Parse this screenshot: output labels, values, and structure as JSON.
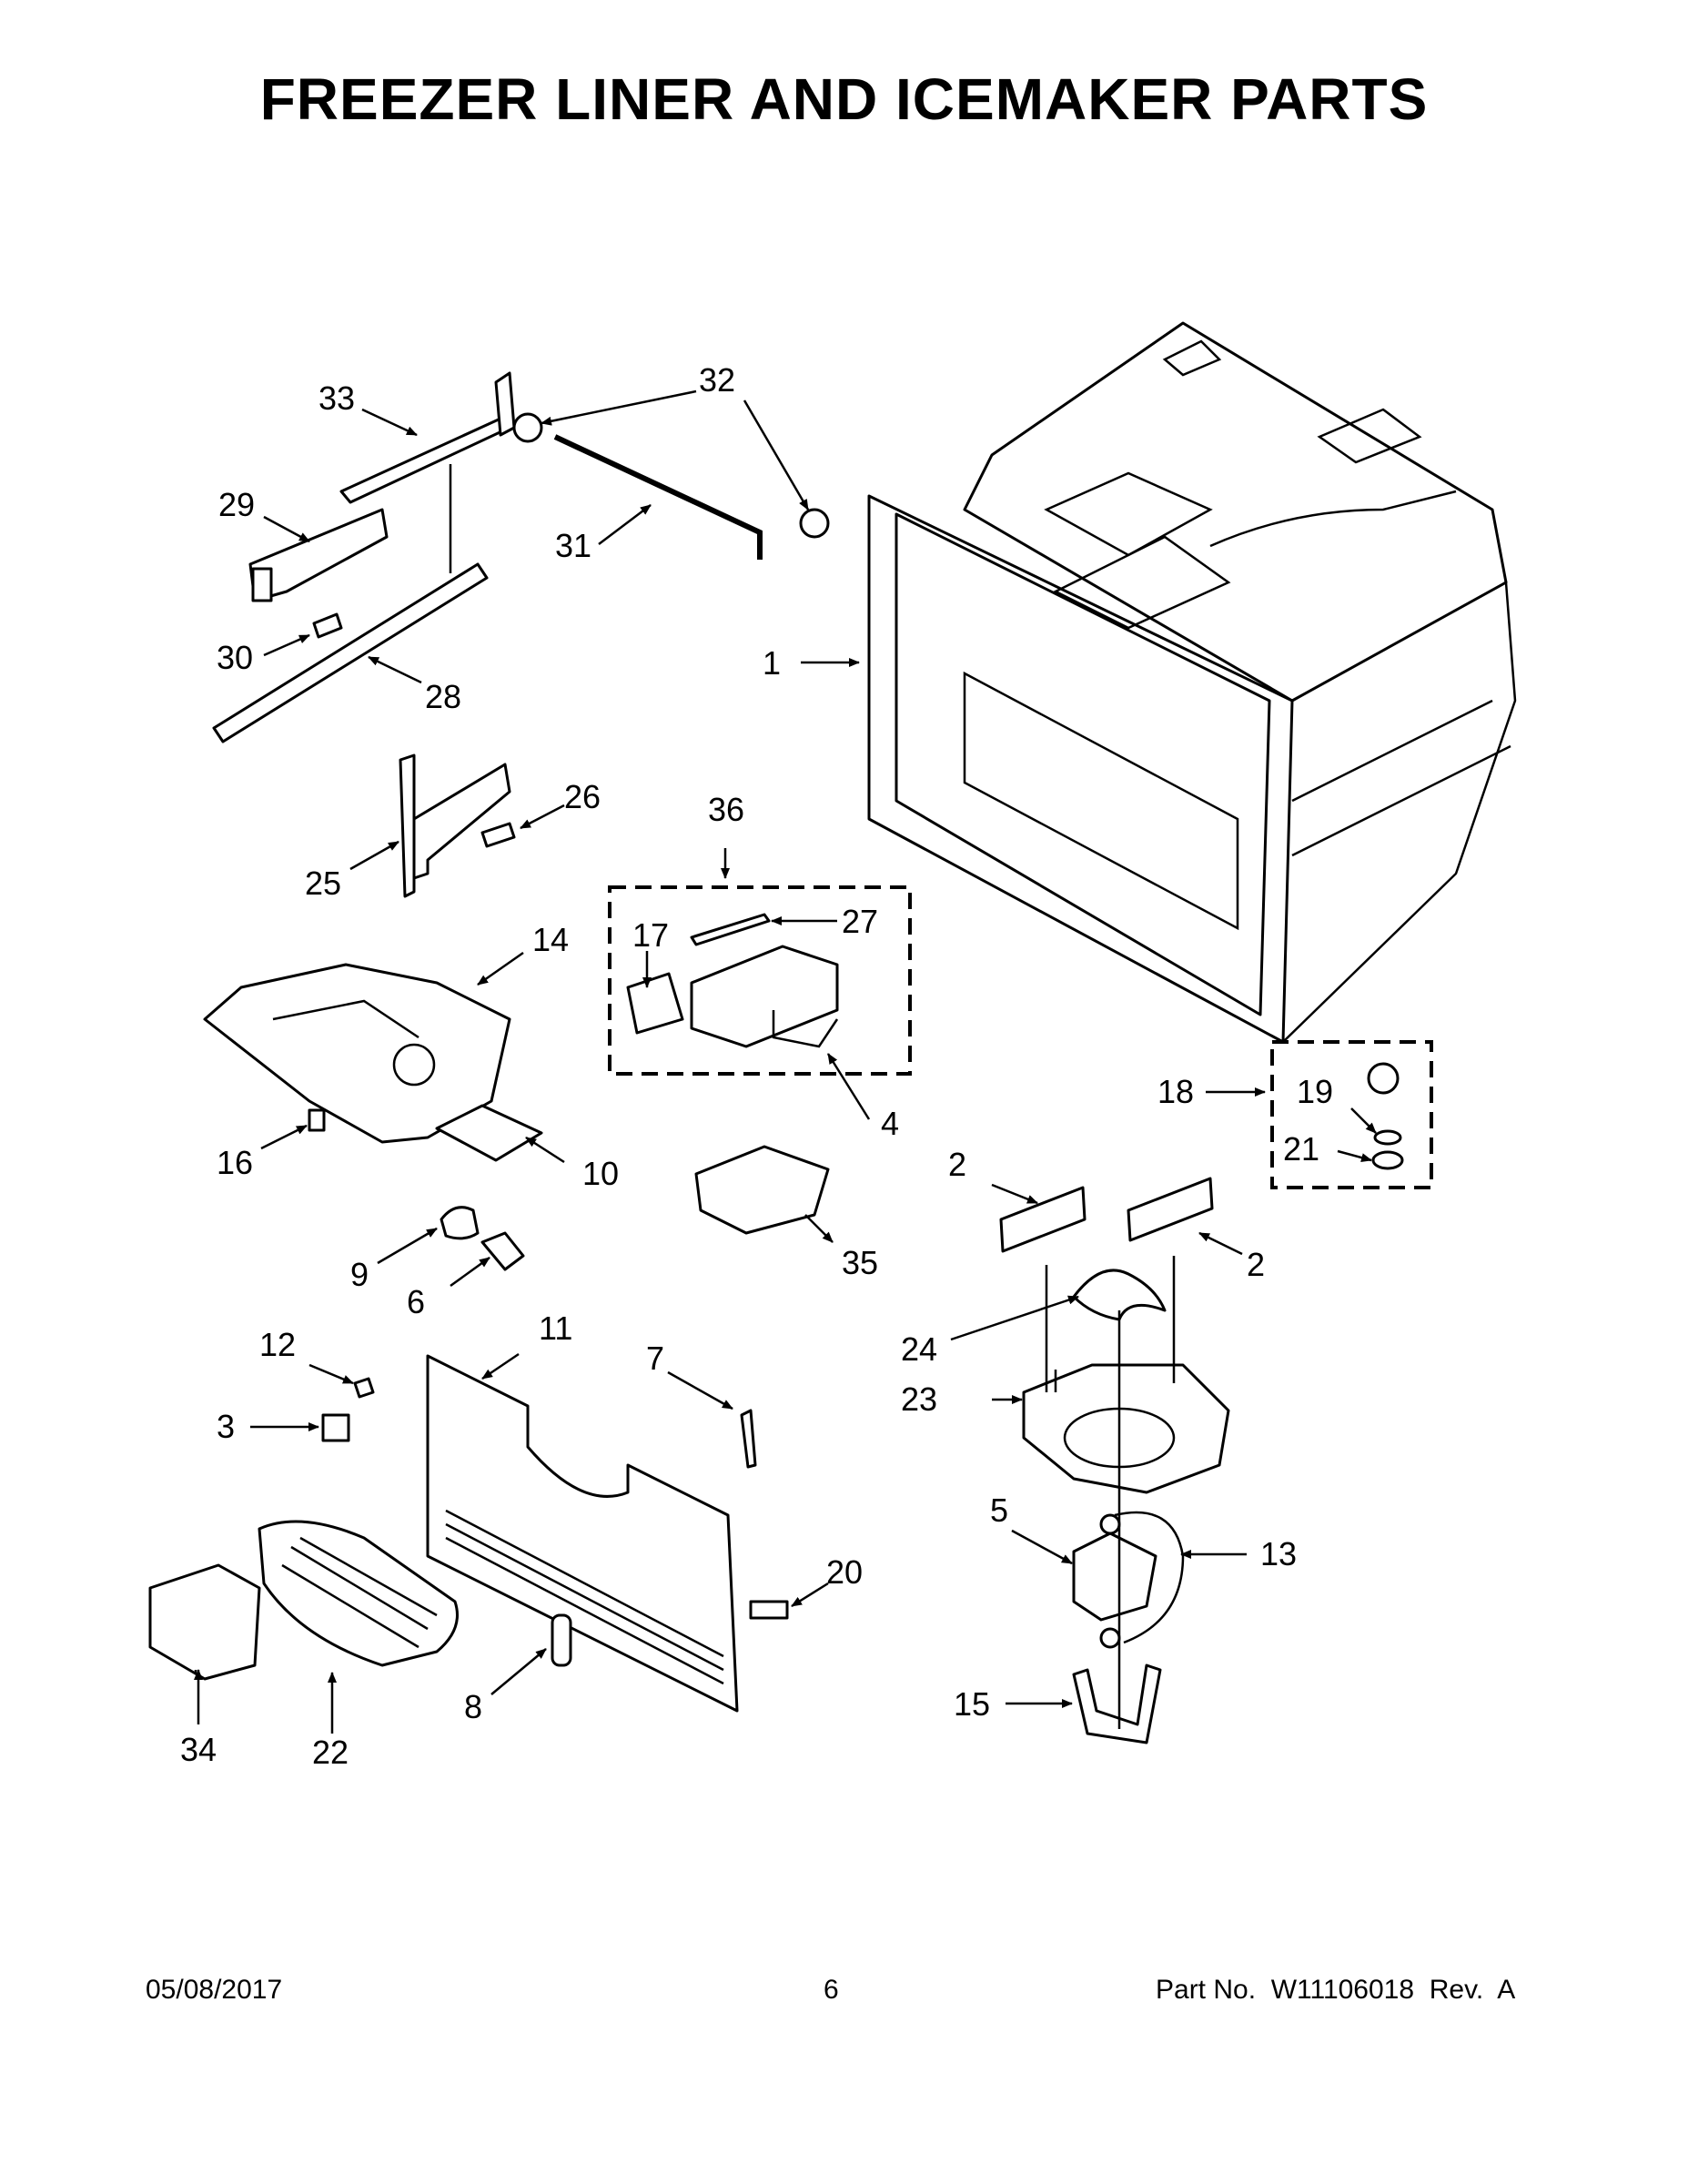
{
  "title": "FREEZER LINER AND ICEMAKER PARTS",
  "footer": {
    "date": "05/08/2017",
    "page": "6",
    "part_no": "Part No.  W11106018  Rev.  A"
  },
  "callouts": {
    "c1": "1",
    "c2a": "2",
    "c2b": "2",
    "c3": "3",
    "c4": "4",
    "c5": "5",
    "c6": "6",
    "c7": "7",
    "c8": "8",
    "c9": "9",
    "c10": "10",
    "c11": "11",
    "c12": "12",
    "c13": "13",
    "c14": "14",
    "c15": "15",
    "c16": "16",
    "c17": "17",
    "c18": "18",
    "c19": "19",
    "c20": "20",
    "c21": "21",
    "c22": "22",
    "c23": "23",
    "c24": "24",
    "c25": "25",
    "c26": "26",
    "c27": "27",
    "c28": "28",
    "c29": "29",
    "c30": "30",
    "c31": "31",
    "c32": "32",
    "c33": "33",
    "c34": "34",
    "c35": "35",
    "c36": "36"
  }
}
